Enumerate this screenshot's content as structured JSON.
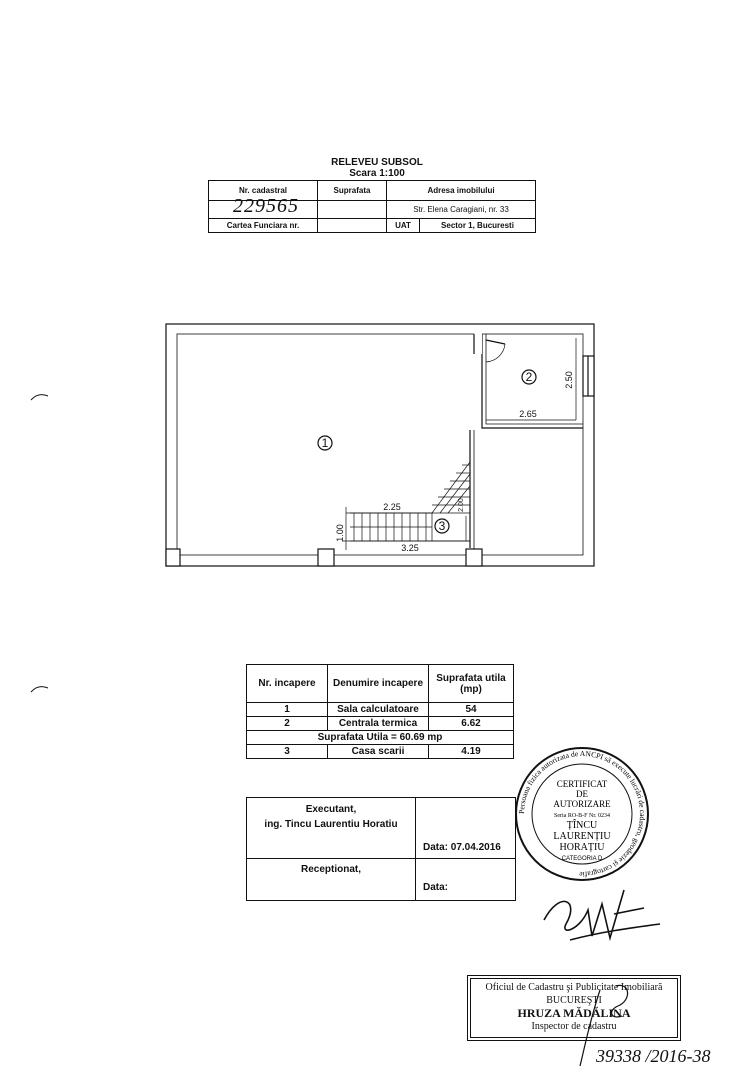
{
  "header": {
    "title": "RELEVEU SUBSOL",
    "scale": "Scara 1:100"
  },
  "cadastral_table": {
    "nr_cadastral_label": "Nr. cadastral",
    "suprafata_label": "Suprafata",
    "adresa_label": "Adresa imobilului",
    "nr_cadastral_value": "229565",
    "adresa_value": "Str. Elena Caragiani, nr. 33",
    "cartea_funciara_label": "Cartea Funciara nr.",
    "uat_label": "UAT",
    "uat_value": "Sector 1, Bucuresti"
  },
  "plan": {
    "room1": "1",
    "room2": "2",
    "room3": "3",
    "dim_265": "2.65",
    "dim_250": "2.50",
    "dim_225": "2.25",
    "dim_100": "1.00",
    "dim_325": "3.25",
    "dim_stair_small": "2.00"
  },
  "rooms_table": {
    "col_nr": "Nr. incapere",
    "col_denumire": "Denumire incapere",
    "col_suprafata": "Suprafata utila (mp)",
    "rows": [
      {
        "nr": "1",
        "name": "Sala calculatoare",
        "area": "54"
      },
      {
        "nr": "2",
        "name": "Centrala termica",
        "area": "6.62"
      }
    ],
    "total": "Suprafata Utila = 60.69 mp",
    "extra_row": {
      "nr": "3",
      "name": "Casa scarii",
      "area": "4.19"
    },
    "executant_label": "Executant,",
    "executant_name": "ing. Tincu Laurentiu Horatiu",
    "date_1": "Data: 07.04.2016",
    "receptionat_label": "Receptionat,",
    "date_2": "Data:"
  },
  "stamp": {
    "line1": "CERTIFICAT",
    "line2": "DE",
    "line3": "AUTORIZARE",
    "line4": "Seria RO-B-F  Nr. 0234",
    "line5": "ȚÎNCU",
    "line6": "LAURENȚIU",
    "line7": "HORAȚIU",
    "line8": "CATEGORIA D",
    "ring_text": "Persoana fizica autorizata de ANCPI să execute lucrări de cadastru, geodezie şi cartografie"
  },
  "ocpi": {
    "line1": "Oficiul de Cadastru şi Publicitate Imobiliară",
    "line2": "BUCUREŞTI",
    "line3": "HRUZA MĂDĂLINA",
    "line4": "Inspector de cadastru"
  },
  "footer_handwritten": "39338 /2016-38"
}
